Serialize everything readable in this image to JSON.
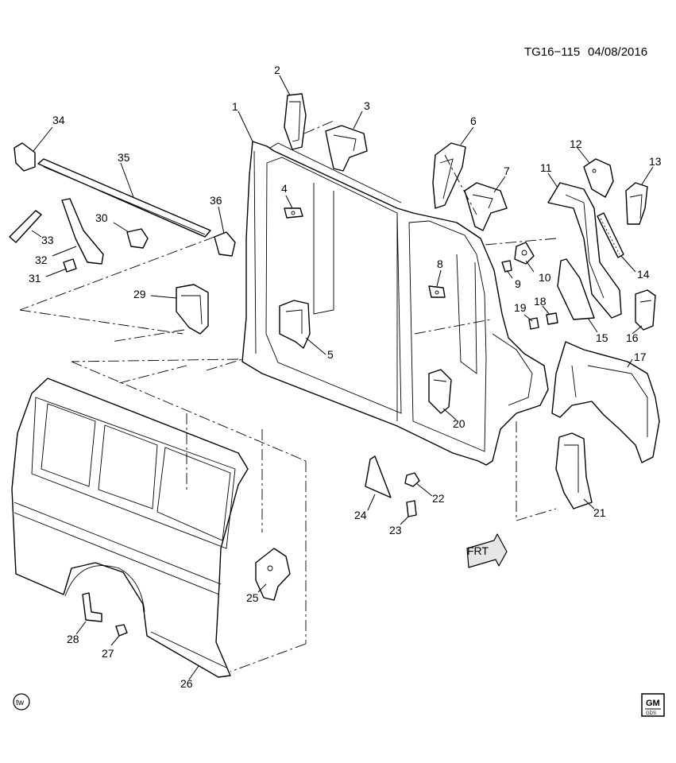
{
  "header": {
    "ref_code": "TG16−115",
    "date": "04/08/2016"
  },
  "badges": {
    "tw": "tw",
    "gm_top": "GM",
    "gm_bottom": "GDS",
    "frt": "FRT"
  },
  "callouts": [
    "1",
    "2",
    "3",
    "4",
    "5",
    "6",
    "7",
    "8",
    "9",
    "10",
    "11",
    "12",
    "13",
    "14",
    "15",
    "16",
    "17",
    "18",
    "19",
    "20",
    "21",
    "22",
    "23",
    "24",
    "25",
    "26",
    "27",
    "28",
    "29",
    "30",
    "31",
    "32",
    "33",
    "34",
    "35",
    "36"
  ]
}
